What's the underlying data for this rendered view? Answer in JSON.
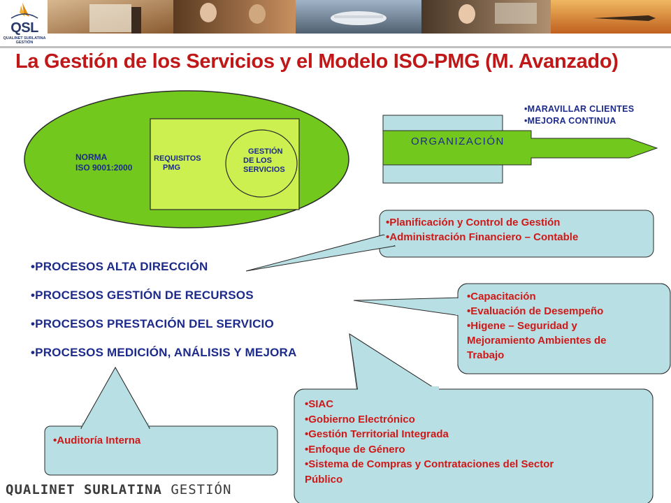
{
  "header": {
    "logo_text": "QSL",
    "logo_sub": "QUALINET SURLATINA GESTIÓN",
    "title": "La Gestión de los Servicios y el Modelo ISO-PMG (M. Avanzado)"
  },
  "diagram": {
    "norma_line1": "NORMA",
    "norma_line2": "ISO 9001:2000",
    "requisitos_line1": "REQUISITOS",
    "requisitos_line2": "PMG",
    "gestion_line1": "GESTIÓN",
    "gestion_line2": "DE LOS",
    "gestion_line3": "SERVICIOS",
    "organizacion": "ORGANIZACIÓN",
    "org_bullets": [
      "•MARAVILLAR CLIENTES",
      "•MEJORA CONTINUA"
    ]
  },
  "processes": [
    "•PROCESOS ALTA DIRECCIÓN",
    "•PROCESOS GESTIÓN DE RECURSOS",
    "•PROCESOS PRESTACIÓN DEL SERVICIO",
    "•PROCESOS MEDICIÓN, ANÁLISIS Y MEJORA"
  ],
  "callouts": {
    "alta_direccion": [
      "•Planificación y Control de Gestión",
      "•Administración Financiero – Contable"
    ],
    "recursos": [
      "•Capacitación",
      "•Evaluación de Desempeño",
      "•Higene – Seguridad y",
      "Mejoramiento Ambientes de",
      "Trabajo"
    ],
    "servicio": [
      "•SIAC",
      "•Gobierno Electrónico",
      "•Gestión Territorial Integrada",
      "•Enfoque de Género",
      "•Sistema de Compras y Contrataciones del Sector",
      "Público"
    ],
    "medicion": [
      "•Auditoría Interna"
    ]
  },
  "footer": {
    "part_bold": "QUALINET SURLATINA",
    "part_light": " GESTIÓN"
  },
  "colors": {
    "title": "#c01818",
    "ellipse_green": "#73c81e",
    "lime": "#ccf050",
    "callout_bg": "#b8e0e4",
    "callout_text": "#d01818",
    "navy": "#1c2a8a"
  }
}
